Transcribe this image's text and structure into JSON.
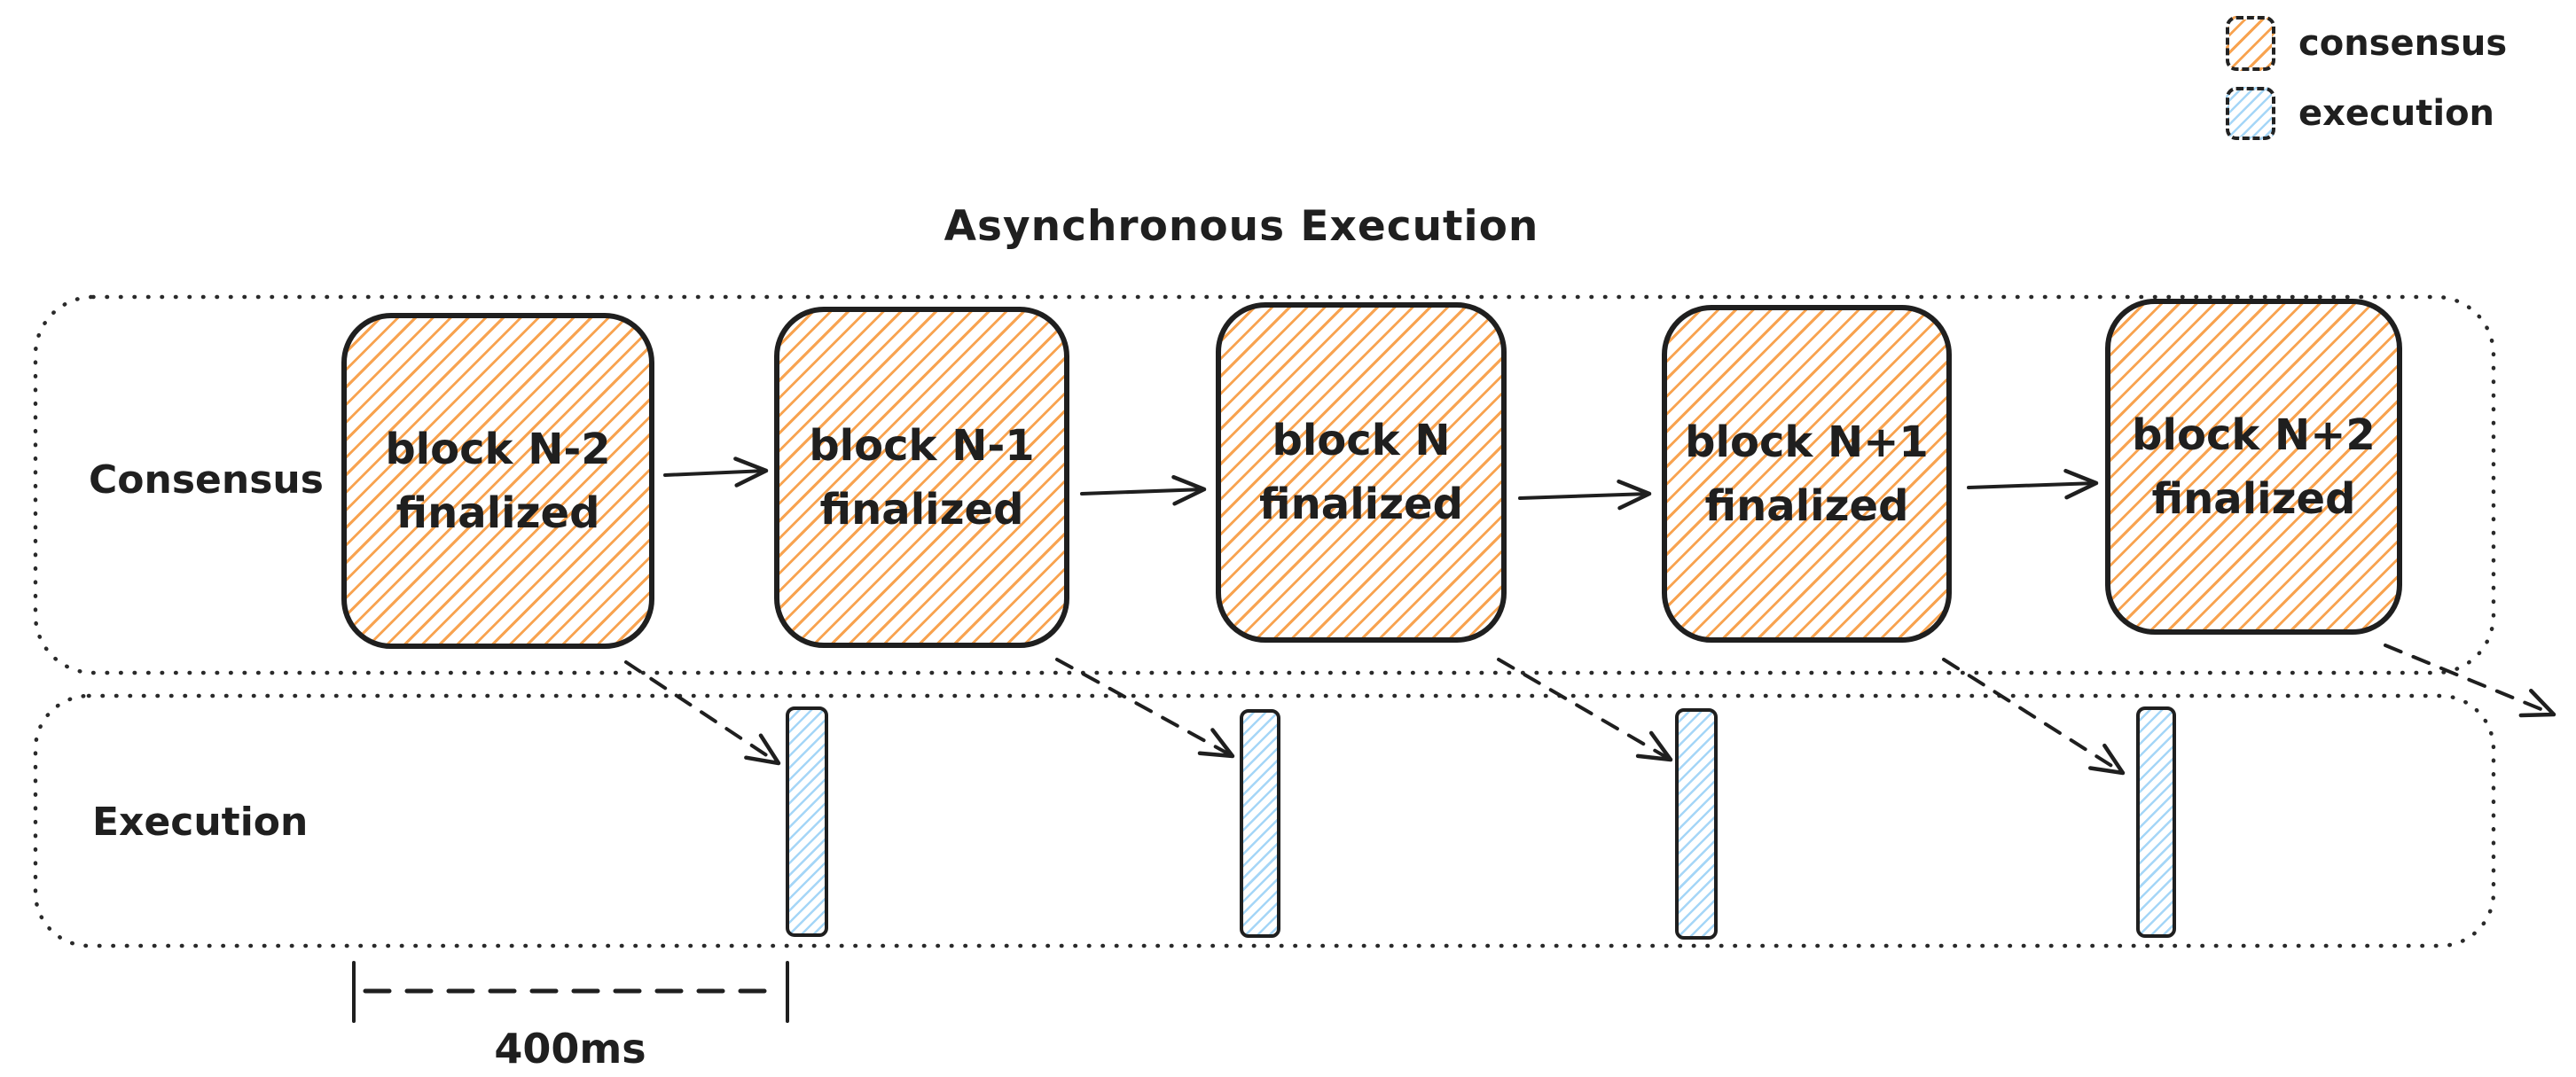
{
  "title": "Asynchronous Execution",
  "legend": {
    "items": [
      {
        "label": "consensus",
        "swatch_color": "#f8a350"
      },
      {
        "label": "execution",
        "swatch_color": "#a5d6f7"
      }
    ]
  },
  "lanes": {
    "consensus": {
      "label": "Consensus",
      "blocks": [
        {
          "line1": "block N-2",
          "line2": "finalized"
        },
        {
          "line1": "block N-1",
          "line2": "finalized"
        },
        {
          "line1": "block N",
          "line2": "finalized"
        },
        {
          "line1": "block N+1",
          "line2": "finalized"
        },
        {
          "line1": "block N+2",
          "line2": "finalized"
        }
      ]
    },
    "execution": {
      "label": "Execution",
      "bar_count": 4
    }
  },
  "measurement": {
    "label": "400ms"
  },
  "colors": {
    "consensus_hatch": "#f8a350",
    "execution_hatch": "#a5d6f7",
    "ink": "#1f1f1f"
  }
}
